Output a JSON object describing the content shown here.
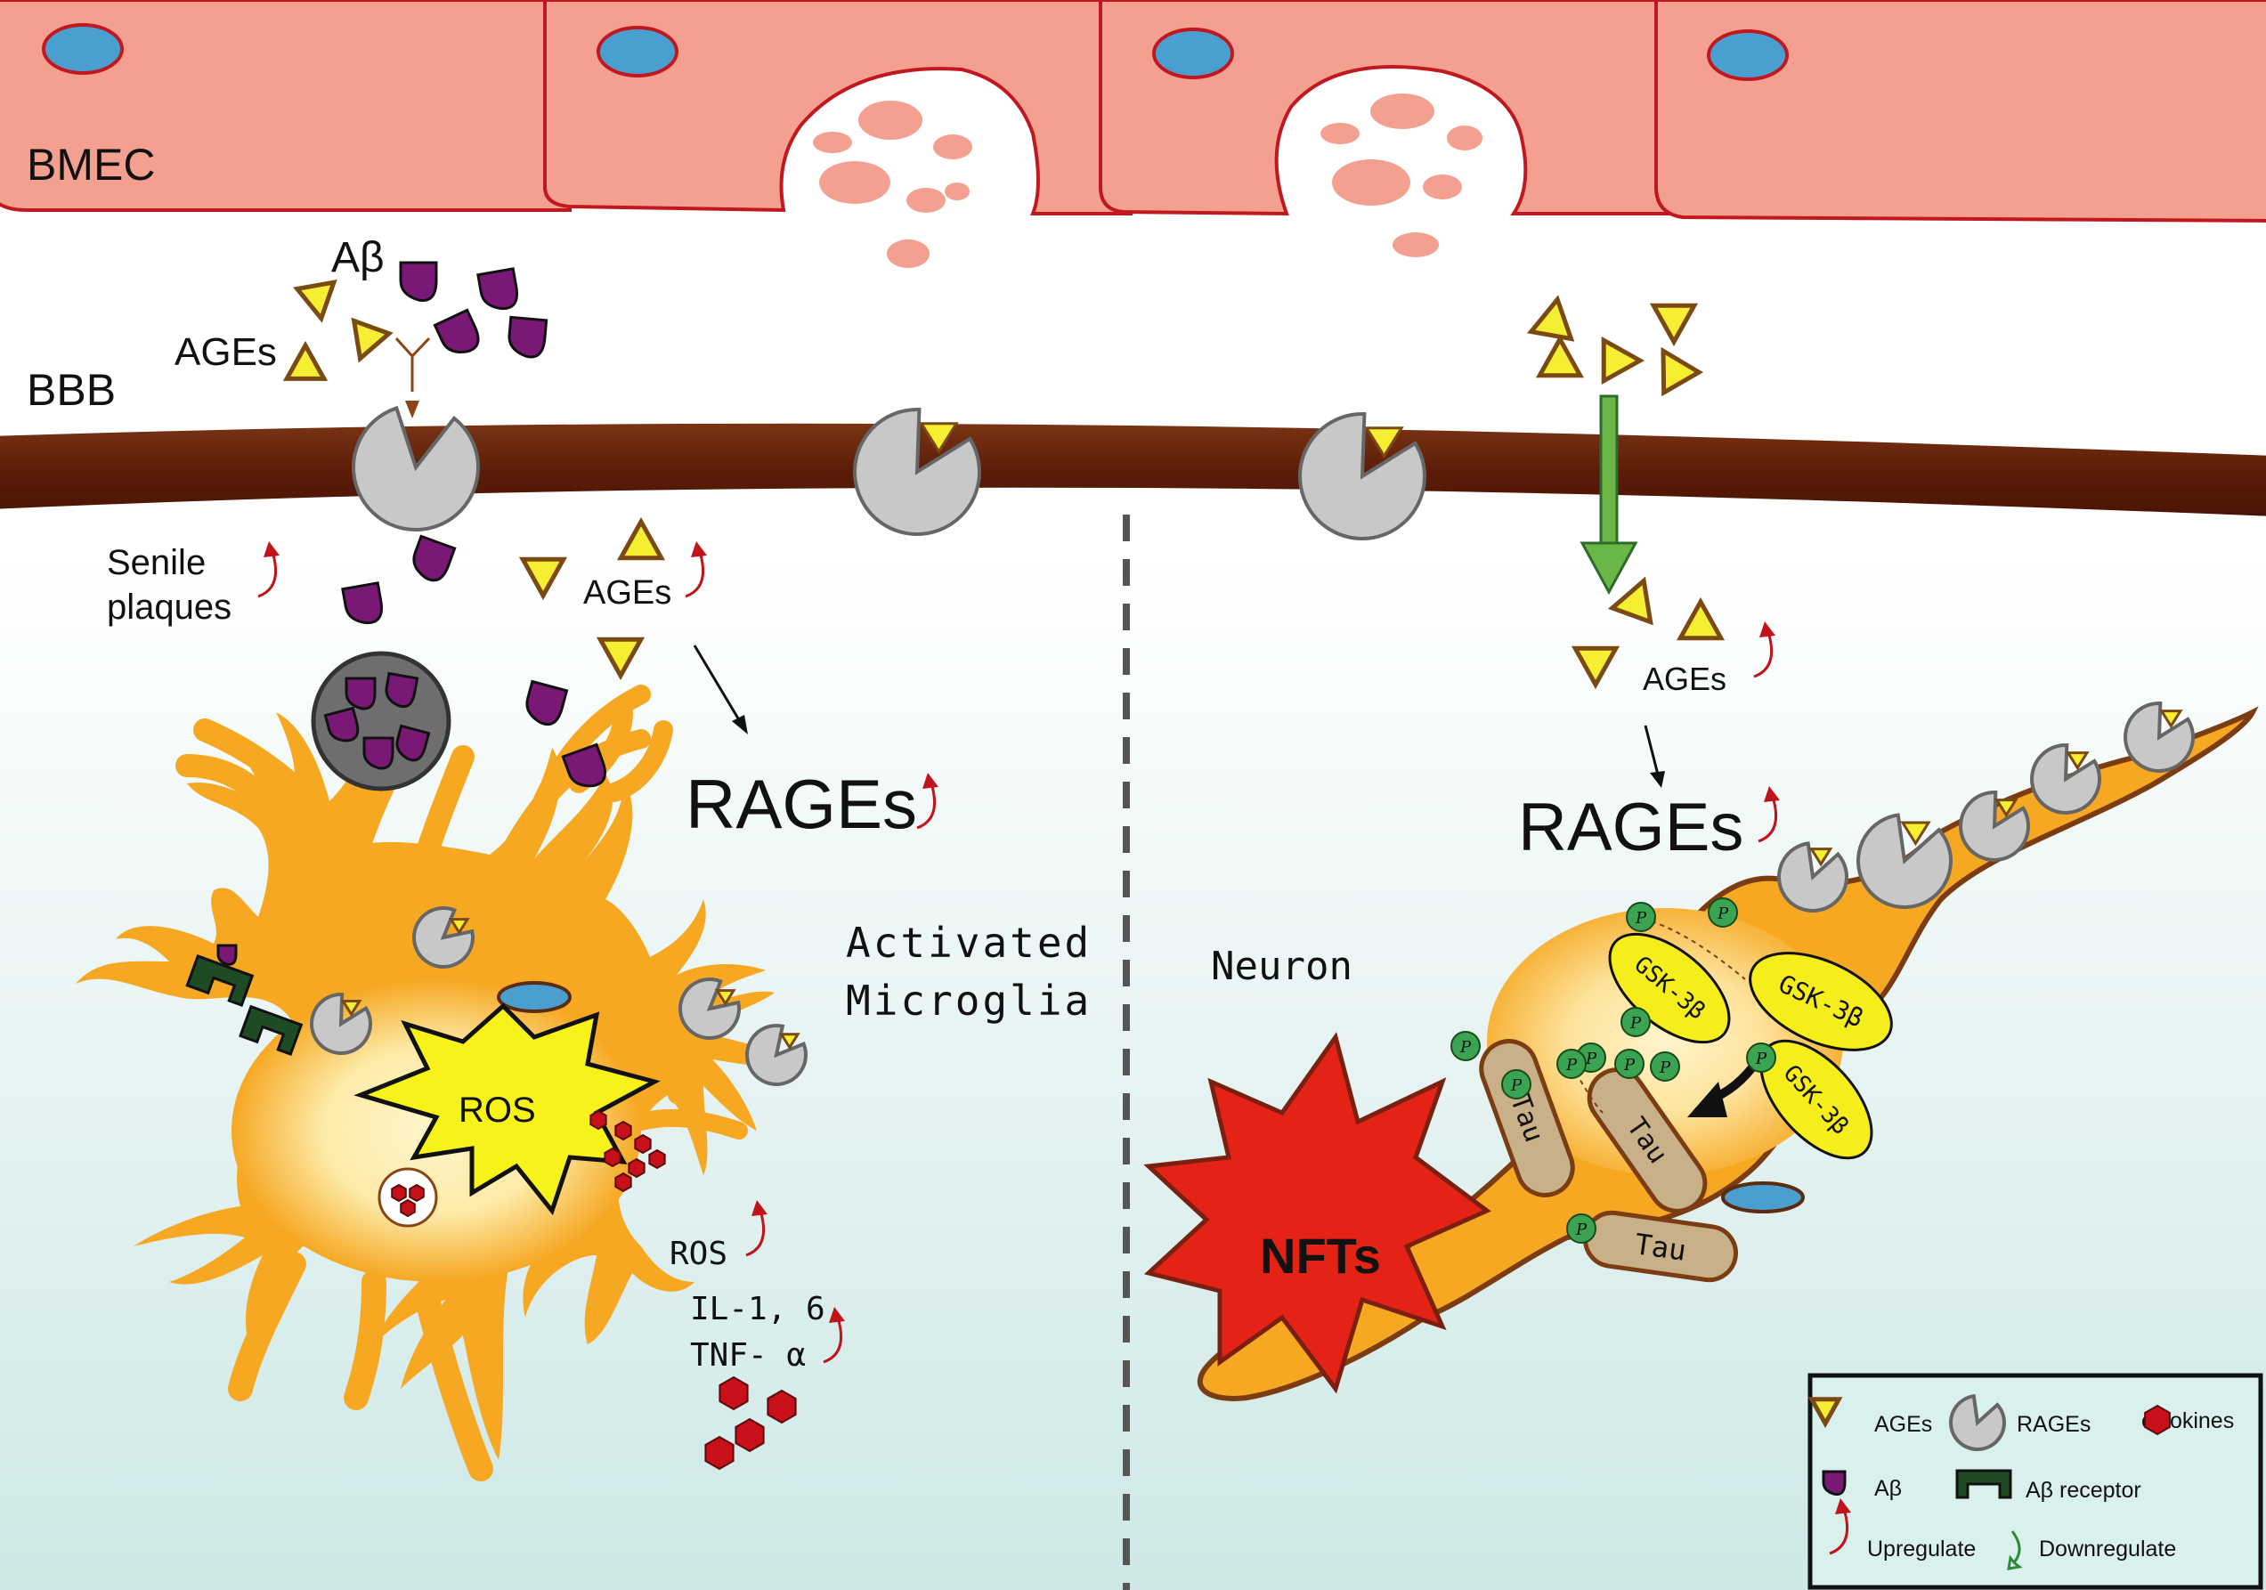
{
  "labels": {
    "bmec": "BMEC",
    "bbb": "BBB",
    "abeta_top": "Aβ",
    "ages_top": "AGEs",
    "senile_1": "Senile",
    "senile_2": "plaques",
    "ages_left": "AGEs",
    "rages_left": "RAGEs",
    "activated_1": "Activated",
    "activated_2": "Microglia",
    "ros_center": "ROS",
    "ros_small": "ROS",
    "il": "IL-1, 6",
    "tnf": "TNF- α",
    "neuron": "Neuron",
    "ages_right": "AGEs",
    "rages_right": "RAGEs",
    "nfts": "NFTs",
    "gsk_a": "GSK-3β",
    "gsk_b": "GSK-3β",
    "gsk_c": "GSK-3β",
    "tau_a": "Tau",
    "tau_b": "Tau",
    "tau_c": "Tau",
    "p": "P"
  },
  "legend": {
    "ages": "AGEs",
    "rages": "RAGEs",
    "cytokines": "cytokines",
    "abeta": "Aβ",
    "abeta_receptor": "Aβ receptor",
    "upregulate": "Upregulate",
    "downregulate": "Downregulate"
  },
  "colors": {
    "bmec": "#f3a090",
    "bmec_border": "#c0181e",
    "nucleus": "#4a9fd0",
    "bbb": "#5c1d08",
    "microglia": "#f6a823",
    "microglia_core": "#fdeeb5",
    "abeta": "#7a1875",
    "ages_fill": "#f6ee30",
    "rage": "#c8c8c8",
    "cytokine": "#c8101a",
    "ros": "#f6f21a",
    "nfts": "#e52216",
    "gsk": "#f6ee1a",
    "tau": "#c8b089",
    "phospho": "#3aa452",
    "up_arrow": "#c0141a",
    "down_arrow": "#2e8a3c",
    "green_arrow": "#6ab646",
    "legend_bg": "#daf0ec"
  }
}
